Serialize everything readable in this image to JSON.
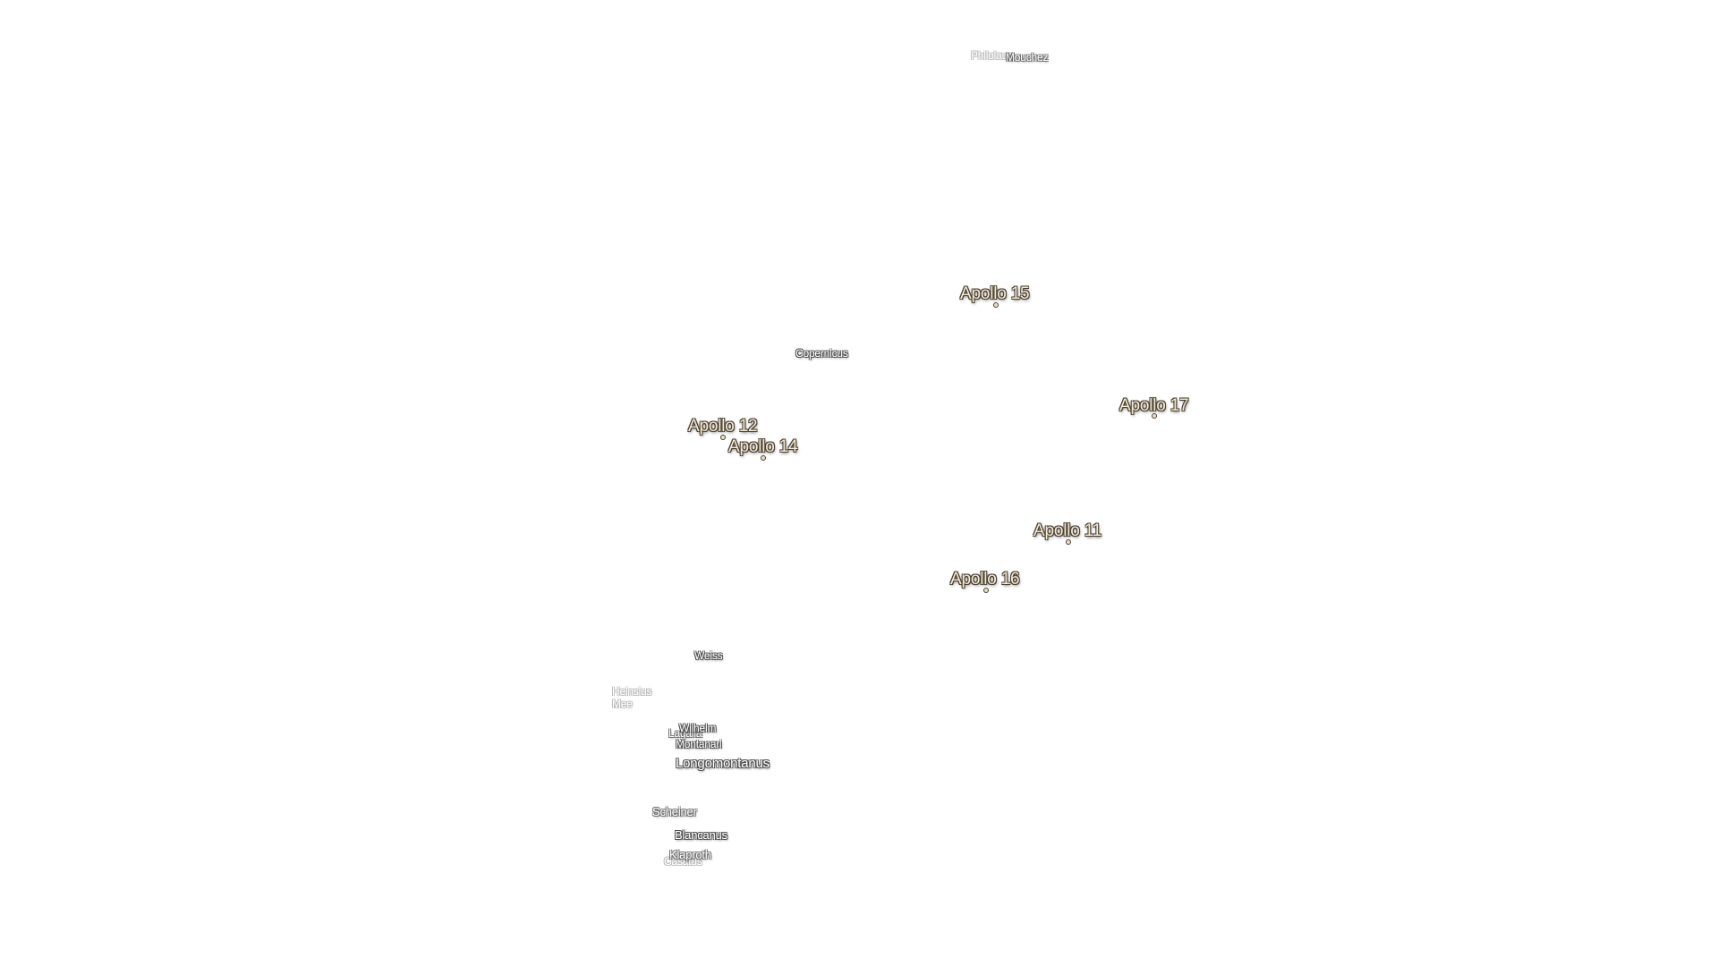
{
  "map": {
    "apollo_sites": [
      {
        "name": "Apollo 15"
      },
      {
        "name": "Apollo 17"
      },
      {
        "name": "Apollo 12"
      },
      {
        "name": "Apollo 14"
      },
      {
        "name": "Apollo 11"
      },
      {
        "name": "Apollo 16"
      }
    ],
    "craters": {
      "philolaus": "Philolaus",
      "mouchez": "Mouchez",
      "copernicus": "Copernicus",
      "weiss": "Weiss",
      "heinsius": "Heinsius",
      "mee": "Mee",
      "wilhelm": "Wilhelm",
      "lagalla": "Lagalla",
      "montanari": "Montanari",
      "longomontanus": "Longomontanus",
      "scheiner": "Scheiner",
      "blancanus": "Blancanus",
      "klaproth": "Klaproth",
      "casatus": "Casatus"
    },
    "colors": {
      "background": "#ffffff",
      "apollo_text": "#f3ead2",
      "apollo_halo": "#4a4034",
      "crater_text": "#ffffff",
      "crater_halo": "#505050"
    }
  }
}
